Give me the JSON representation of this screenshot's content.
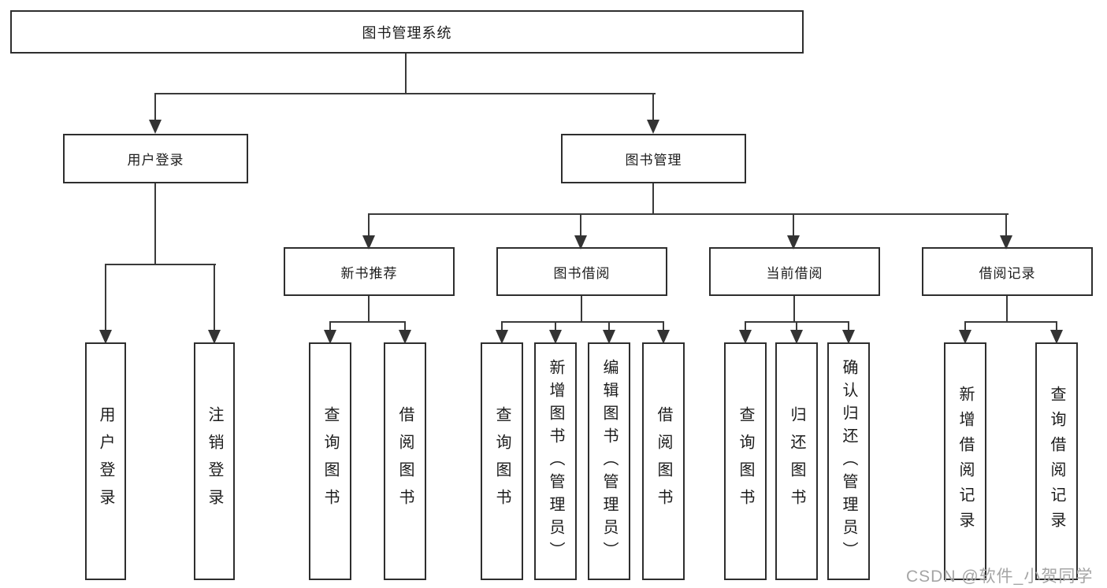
{
  "diagram": {
    "type": "hierarchy-tree",
    "tree": {
      "label": "图书管理系统",
      "children": [
        {
          "label": "用户登录",
          "children": [
            {
              "label": "用户登录"
            },
            {
              "label": "注销登录"
            }
          ]
        },
        {
          "label": "图书管理",
          "children": [
            {
              "label": "新书推荐",
              "children": [
                {
                  "label": "查询图书"
                },
                {
                  "label": "借阅图书"
                }
              ]
            },
            {
              "label": "图书借阅",
              "children": [
                {
                  "label": "查询图书"
                },
                {
                  "label": "新增图书（管理员）"
                },
                {
                  "label": "编辑图书（管理员）"
                },
                {
                  "label": "借阅图书"
                }
              ]
            },
            {
              "label": "当前借阅",
              "children": [
                {
                  "label": "查询图书"
                },
                {
                  "label": "归还图书"
                },
                {
                  "label": "确认归还（管理员）"
                }
              ]
            },
            {
              "label": "借阅记录",
              "children": [
                {
                  "label": "新增借阅记录"
                },
                {
                  "label": "查询借阅记录"
                }
              ]
            }
          ]
        }
      ]
    },
    "watermark": "CSDN @软件_小贺同学",
    "colors": {
      "background": "#ffffff",
      "line": "#3a3a3a",
      "box_border": "#2e2e2e",
      "text": "#1c1c1c",
      "watermark": "#a5a5a5"
    }
  }
}
